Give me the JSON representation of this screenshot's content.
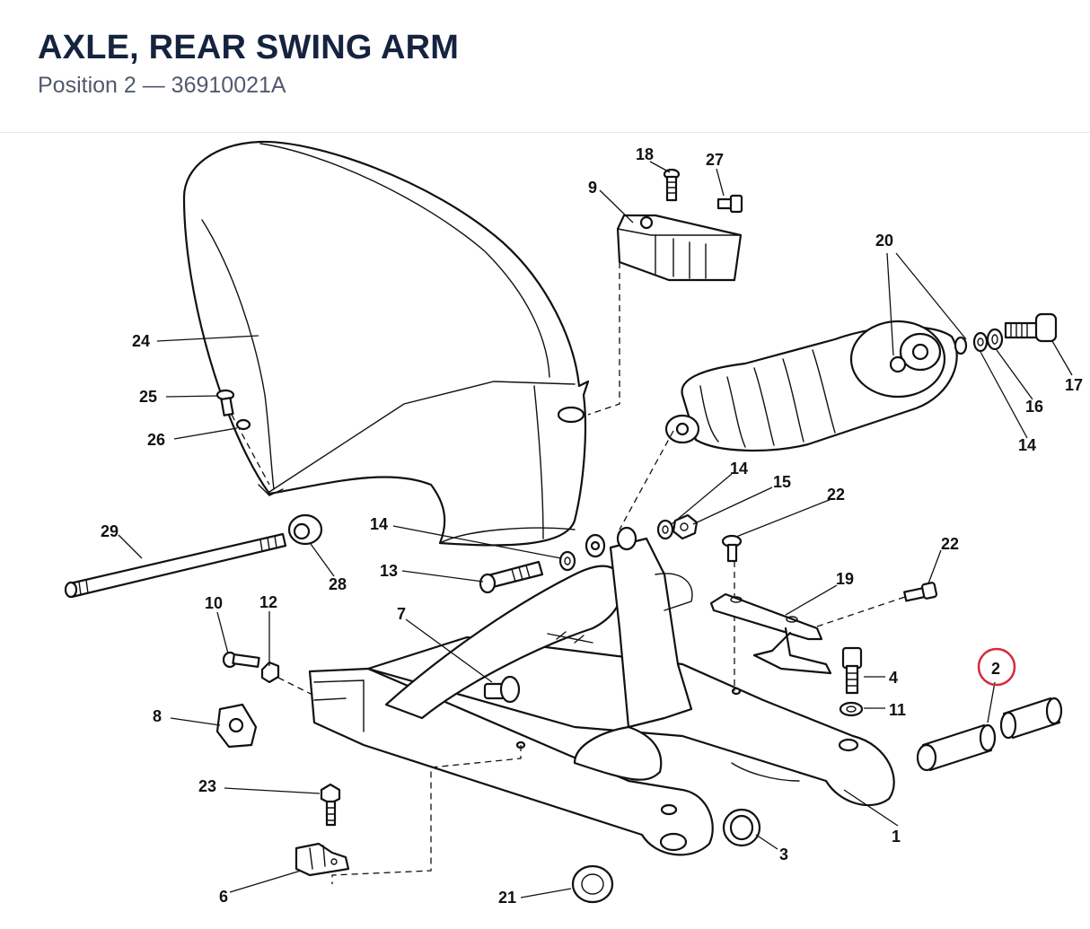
{
  "header": {
    "title": "AXLE, REAR SWING ARM",
    "subtitle": "Position 2 — 36910021A"
  },
  "diagram": {
    "highlight_color": "#d62b3a",
    "highlighted_callout": "2",
    "callouts": {
      "c1": "1",
      "c2": "2",
      "c3": "3",
      "c4": "4",
      "c6": "6",
      "c7": "7",
      "c8": "8",
      "c9": "9",
      "c10": "10",
      "c11": "11",
      "c12": "12",
      "c13": "13",
      "c14a": "14",
      "c14b": "14",
      "c14c": "14",
      "c15": "15",
      "c16": "16",
      "c17": "17",
      "c18": "18",
      "c19": "19",
      "c20": "20",
      "c21": "21",
      "c22a": "22",
      "c22b": "22",
      "c23": "23",
      "c24": "24",
      "c25": "25",
      "c26": "26",
      "c27": "27",
      "c28": "28",
      "c29": "29"
    }
  }
}
